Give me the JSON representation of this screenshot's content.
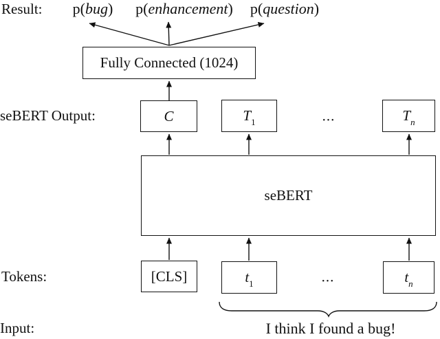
{
  "labels": {
    "result": "Result:",
    "sebert_output": "seBERT Output:",
    "tokens": "Tokens:",
    "input": "Input:"
  },
  "result_row": {
    "items": [
      {
        "prefix": "p(",
        "arg": "bug",
        "suffix": ")"
      },
      {
        "prefix": "p(",
        "arg": "enhancement",
        "suffix": ")"
      },
      {
        "prefix": "p(",
        "arg": "question",
        "suffix": ")"
      }
    ]
  },
  "fully_connected": {
    "label": "Fully Connected (1024)"
  },
  "output_row": {
    "cls_vector": "C",
    "t1": {
      "base": "T",
      "sub": "1"
    },
    "ellipsis": "...",
    "tn": {
      "base": "T",
      "sub": "n"
    }
  },
  "model": {
    "label": "seBERT"
  },
  "token_row": {
    "cls": "[CLS]",
    "t1": {
      "base": "t",
      "sub": "1"
    },
    "ellipsis": "...",
    "tn": {
      "base": "t",
      "sub": "n"
    }
  },
  "input_row": {
    "sentence": "I think I found a bug!"
  },
  "colors": {
    "ink": "#111111",
    "background": "#ffffff"
  }
}
